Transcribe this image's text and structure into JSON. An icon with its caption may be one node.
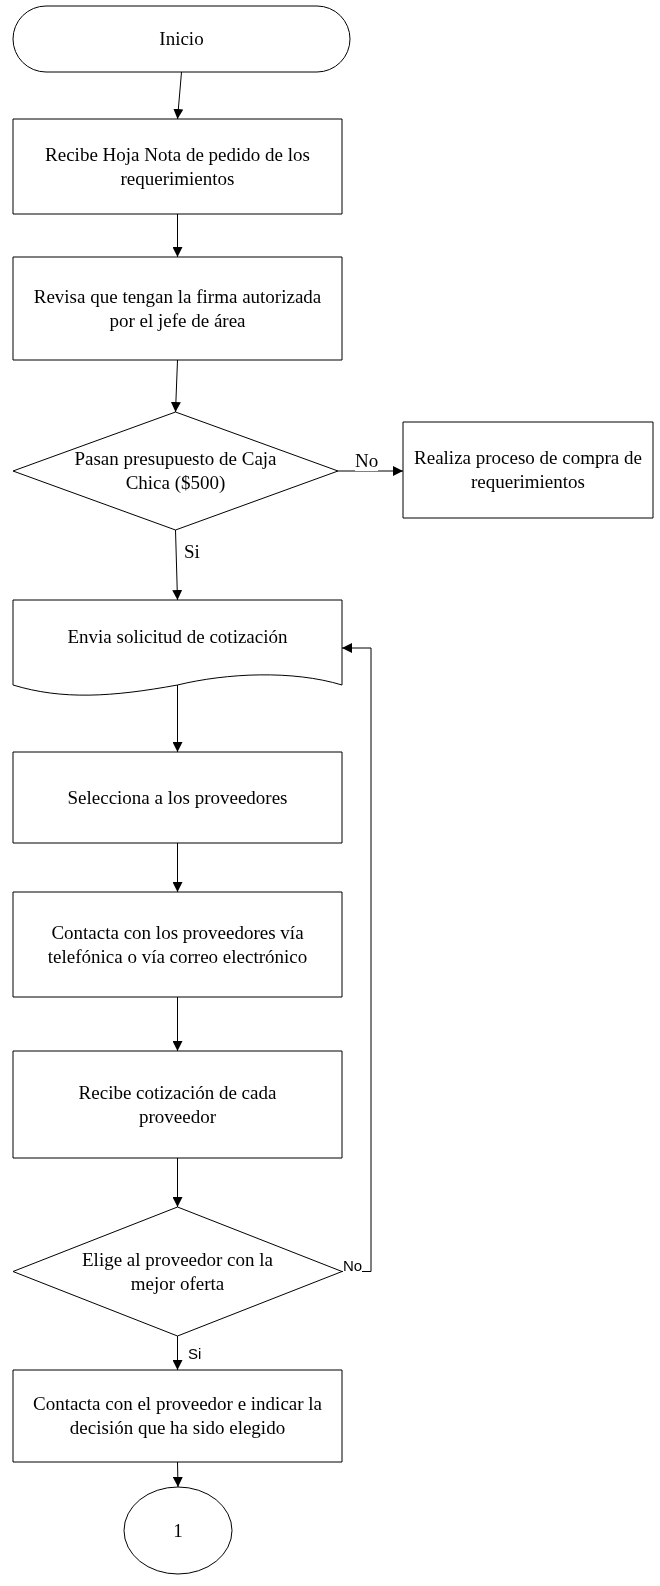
{
  "diagram": {
    "nodes": [
      {
        "text": [
          "Inicio"
        ]
      },
      {
        "text": [
          "Recibe Hoja Nota de pedido de los requerimientos"
        ]
      },
      {
        "text": [
          "Revisa que tengan la firma autorizada por el jefe de área"
        ]
      },
      {
        "text": [
          "Pasan presupuesto de Caja Chica ($500)"
        ]
      },
      {
        "text": [
          "Realiza proceso de compra de requerimientos"
        ]
      },
      {
        "text": [
          "Envia solicitud de cotización"
        ]
      },
      {
        "text": [
          "Selecciona a los proveedores"
        ]
      },
      {
        "text": [
          "Contacta con los proveedores vía telefónica o vía correo electrónico"
        ]
      },
      {
        "text": [
          "Recibe cotización de cada proveedor"
        ]
      },
      {
        "text": [
          "Elige  al proveedor con la mejor oferta"
        ]
      },
      {
        "text": [
          "Contacta con el proveedor e indicar la decisión que ha sido elegido"
        ]
      },
      {
        "text": [
          "1"
        ]
      }
    ],
    "edges": [
      {
        "from": 0,
        "to": 1,
        "arrow": "to"
      },
      {
        "from": 1,
        "to": 2,
        "arrow": "to"
      },
      {
        "from": 2,
        "to": 3,
        "arrow": "to"
      },
      {
        "from": 3,
        "to": 4,
        "arrow": "to",
        "label": "No"
      },
      {
        "from": 3,
        "to": 5,
        "arrow": "to",
        "label": "Si"
      },
      {
        "from": 5,
        "to": 6,
        "arrow": "to"
      },
      {
        "from": 6,
        "to": 7,
        "arrow": "to"
      },
      {
        "from": 7,
        "to": 8,
        "arrow": "to"
      },
      {
        "from": 8,
        "to": 9,
        "arrow": "to"
      },
      {
        "from": 9,
        "to": 5,
        "arrow": "to",
        "label": "No"
      },
      {
        "from": 9,
        "to": 10,
        "arrow": "to",
        "label": "Si"
      },
      {
        "from": 10,
        "to": 11,
        "arrow": "to"
      }
    ]
  }
}
